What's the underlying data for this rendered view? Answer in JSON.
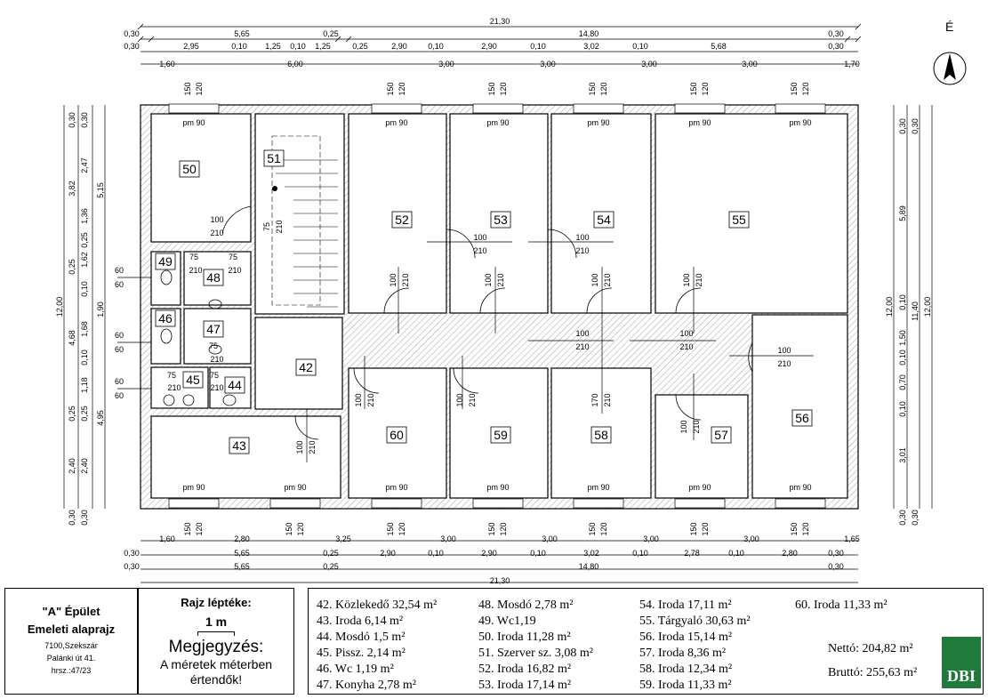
{
  "north_label": "É",
  "top_dims": {
    "total": "21,30",
    "row1": [
      "0,30",
      "5,65",
      "0,25",
      "14,80",
      "0,30"
    ],
    "row2": [
      "0,30",
      "2,95",
      "0,10",
      "1,25",
      "0,10",
      "1,25",
      "0,25",
      "2,90",
      "0,10",
      "2,90",
      "0,10",
      "3,02",
      "0,10",
      "5,68",
      "0,30"
    ],
    "row3": [
      "1,60",
      "6,00",
      "3,00",
      "3,00",
      "3,00",
      "3,00",
      "1,70"
    ]
  },
  "bottom_dims": {
    "row1": [
      "1,60",
      "2,80",
      "3,25",
      "3,00",
      "3,00",
      "3,00",
      "3,00",
      "1,65"
    ],
    "row2": [
      "0,30",
      "5,65",
      "0,25",
      "2,90",
      "0,10",
      "2,90",
      "0,10",
      "3,02",
      "0,10",
      "2,78",
      "0,10",
      "2,80",
      "0,30"
    ],
    "row3": [
      "0,30",
      "5,65",
      "0,25",
      "14,80",
      "0,30"
    ],
    "total": "21,30"
  },
  "left_dims": [
    "0,30",
    "0,30",
    "3,82",
    "2,47",
    "5,15",
    "1,36",
    "0,25",
    "0,25",
    "1,62",
    "0,10",
    "1,90",
    "12,00",
    "4,68",
    "1,68",
    "0,10",
    "1,18",
    "0,25",
    "0,25",
    "4,95",
    "2,40",
    "2,40",
    "0,30",
    "0,30"
  ],
  "right_dims": [
    "0,30",
    "0,30",
    "5,89",
    "12,00",
    "0,10",
    "11,40",
    "12,00",
    "1,50",
    "0,10",
    "0,70",
    "0,10",
    "3,01",
    "0,30",
    "0,30"
  ],
  "window_label_a": "150",
  "window_label_b": "120",
  "pm_label": "pm 90",
  "rooms": [
    "50",
    "51",
    "52",
    "53",
    "54",
    "55",
    "49",
    "48",
    "46",
    "47",
    "42",
    "45",
    "44",
    "43",
    "60",
    "59",
    "58",
    "57",
    "56"
  ],
  "door_labels": {
    "d100": "100",
    "d210": "210",
    "d75": "75",
    "d170": "170",
    "d60": "60"
  },
  "title_block": {
    "building": "\"A\" Épület",
    "plan_name": "Emeleti alaprajz",
    "address1": "7100,Szekszár",
    "address2": "Palánki út 41.",
    "address3": "hrsz.:47/23",
    "scale_label": "Rajz léptéke:",
    "scale_value": "1 m",
    "note_label": "Megjegyzés:",
    "note_text": "A méretek méterben értendők!"
  },
  "legend_columns": [
    [
      "42. Közlekedő 32,54 m²",
      "43. Iroda 6,14 m²",
      "44. Mosdó 1,5 m²",
      "45. Pissz. 2,14 m²",
      "46. Wc 1,19 m²",
      "47. Konyha 2,78 m²"
    ],
    [
      "48. Mosdó 2,78 m²",
      "49. Wc1,19",
      "50. Iroda 11,28 m²",
      "51. Szerver sz. 3,08 m²",
      "52. Iroda 16,82 m²",
      "53. Iroda 17,14 m²"
    ],
    [
      "54. Iroda 17,11 m²",
      "55. Tárgyaló 30,63 m²",
      "56. Iroda 15,14 m²",
      "57. Iroda 8,36 m²",
      "58. Iroda 12,34 m²",
      "59. Iroda 11,33 m²"
    ],
    [
      "60. Iroda 11,33 m²"
    ]
  ],
  "totals": {
    "netto": "Nettó: 204,82 m²",
    "brutto": "Bruttó: 255,63 m²"
  },
  "logo_text": "DBI"
}
